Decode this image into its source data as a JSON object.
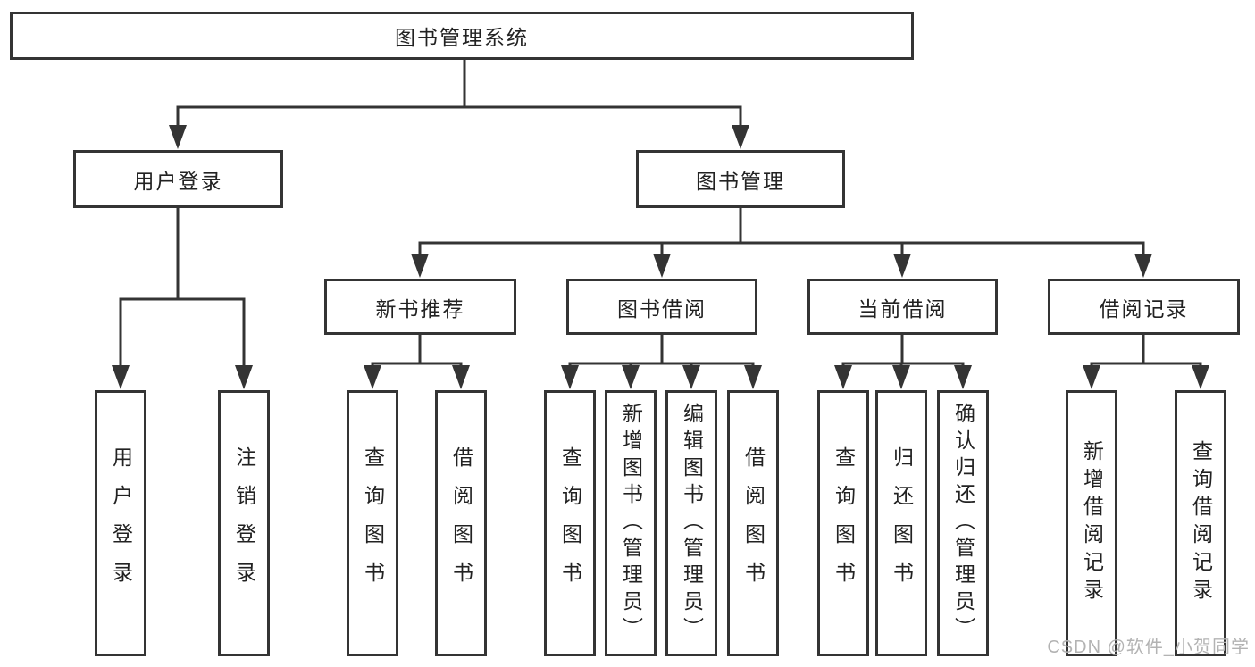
{
  "tree": {
    "root": {
      "label": "图书管理系统",
      "children": [
        {
          "label": "用户登录",
          "children": [
            {
              "label": "用户登录"
            },
            {
              "label": "注销登录"
            }
          ]
        },
        {
          "label": "图书管理",
          "children": [
            {
              "label": "新书推荐",
              "children": [
                {
                  "label": "查询图书"
                },
                {
                  "label": "借阅图书"
                }
              ]
            },
            {
              "label": "图书借阅",
              "children": [
                {
                  "label": "查询图书"
                },
                {
                  "label": "新增图书（管理员）"
                },
                {
                  "label": "编辑图书（管理员）"
                },
                {
                  "label": "借阅图书"
                }
              ]
            },
            {
              "label": "当前借阅",
              "children": [
                {
                  "label": "查询图书"
                },
                {
                  "label": "归还图书"
                },
                {
                  "label": "确认归还（管理员）"
                }
              ]
            },
            {
              "label": "借阅记录",
              "children": [
                {
                  "label": "新增借阅记录"
                },
                {
                  "label": "查询借阅记录"
                }
              ]
            }
          ]
        }
      ]
    }
  },
  "watermark": {
    "text": "CSDN @软件_小贺同学"
  },
  "colors": {
    "line": "#343434",
    "box_border": "#343434",
    "box_background": "#ffffff",
    "text": "#222222",
    "watermark": "#b3b3b3",
    "background": "#ffffff"
  }
}
